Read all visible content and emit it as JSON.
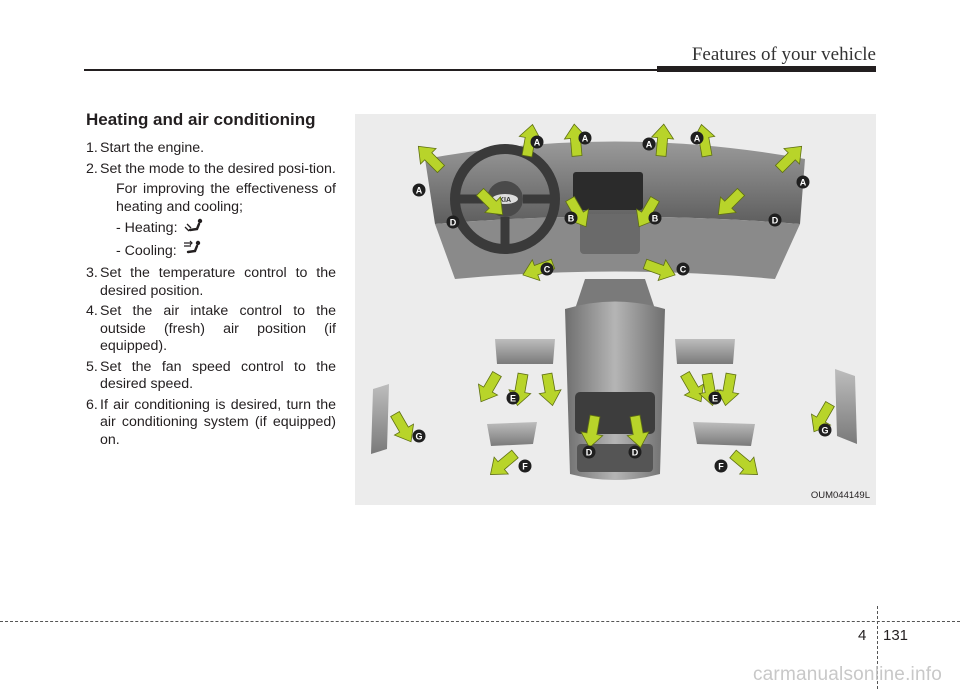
{
  "header": {
    "title": "Features of your vehicle"
  },
  "section": {
    "title": "Heating and air conditioning",
    "steps": [
      {
        "num": "1.",
        "text": "Start the engine."
      },
      {
        "num": "2.",
        "text": "Set the mode to the desired posi-tion."
      },
      {
        "num": "3.",
        "text": "Set the temperature control to the desired position."
      },
      {
        "num": "4.",
        "text": "Set the air intake control to the outside (fresh) air position (if equipped)."
      },
      {
        "num": "5.",
        "text": "Set the fan speed control to the desired speed."
      },
      {
        "num": "6.",
        "text": "If air conditioning is desired, turn the air conditioning system (if equipped) on."
      }
    ],
    "note": "For improving the effectiveness of heating and cooling;",
    "heating_label": "- Heating:",
    "cooling_label": "- Cooling:",
    "heating_icon": "floor-mode-icon",
    "cooling_icon": "face-mode-icon"
  },
  "figure": {
    "code": "OUM044149L",
    "vent_labels": [
      "A",
      "B",
      "C",
      "D",
      "E",
      "F",
      "G"
    ],
    "dash_logo": "KIA",
    "airflow_color": "#b8d42a"
  },
  "footer": {
    "chapter": "4",
    "page": "131"
  },
  "watermark": "carmanualsonline.info"
}
